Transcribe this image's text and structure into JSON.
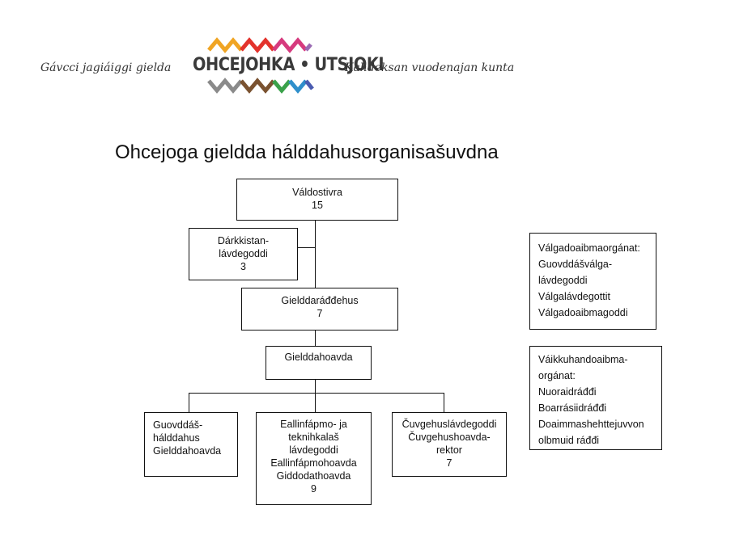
{
  "header": {
    "tagline_left": "Gávcci jagiáiggi gielda",
    "logo_text": "OHCEJOHKA • UTSJOKI",
    "tagline_right": "Kahdeksan vuodenajan kunta",
    "logo_colors": [
      "#f0a524",
      "#e3332c",
      "#d63a7e",
      "#9a6ab3",
      "#8a8a8a",
      "#7a5230",
      "#3aa14a",
      "#2f8fcb",
      "#4a5bb0"
    ]
  },
  "title": "Ohcejoga gieldda hálddahusorganisašuvdna",
  "nodes": {
    "valdostivra": {
      "label": "Váldostivra",
      "count": "15"
    },
    "darkkistan": {
      "line1": "Dárkkistan-",
      "line2": "lávdegoddi",
      "count": "3"
    },
    "gielddaraddehus": {
      "label": "Gielddaráđđehus",
      "count": "7"
    },
    "gielddahoavda": {
      "label": "Gielddahoavda"
    },
    "guovddas": {
      "line1": "Guovddáš-",
      "line2": "hálddahus",
      "line3": "Gielddahoavda"
    },
    "eallinfapmo": {
      "line1": "Eallinfápmo- ja",
      "line2": "teknihkalaš",
      "line3": "lávdegoddi",
      "line4": "Eallinfápmohoavda",
      "line5": "Giddodathoavda",
      "count": "9"
    },
    "cuvgehus": {
      "line1": "Čuvgehuslávdegoddi",
      "line2": "Čuvgehushoavda-",
      "line3": "rektor",
      "count": "7"
    }
  },
  "side_boxes": {
    "valgado": {
      "line1": "Válgadoaibmaorgánat:",
      "line2": "Guovddášválga-",
      "line3": "lávdegoddi",
      "line4": "Válgalávdegottit",
      "line5": "Válgadoaibmagoddi"
    },
    "vaikkuhan": {
      "line1": "Váikkuhandoaibma-",
      "line2": "orgánat:",
      "line3": "Nuoraidráđđi",
      "line4": "Boarrásiidráđđi",
      "line5": "Doaimmashehttejuvvon",
      "line6": "olbmuid ráđđi"
    }
  }
}
